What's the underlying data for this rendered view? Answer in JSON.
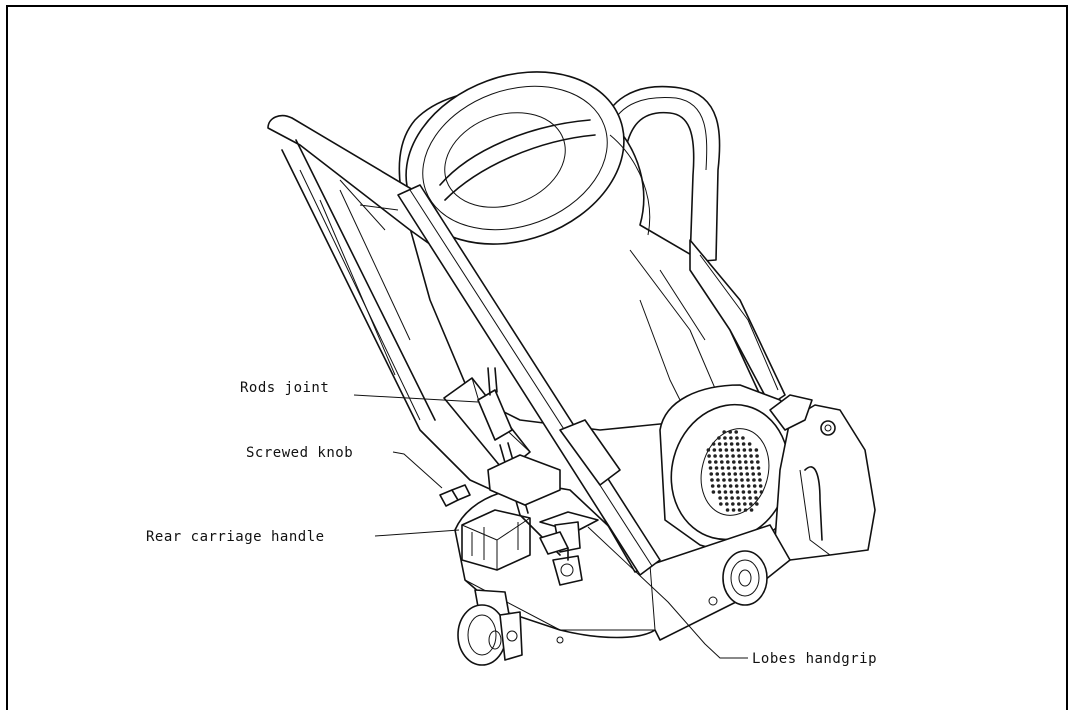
{
  "labels": {
    "rods_joint": "Rods joint",
    "screwed_knob": "Screwed knob",
    "rear_carriage_handle": "Rear  carriage handle",
    "lobes_handgrip": "Lobes handgrip"
  }
}
